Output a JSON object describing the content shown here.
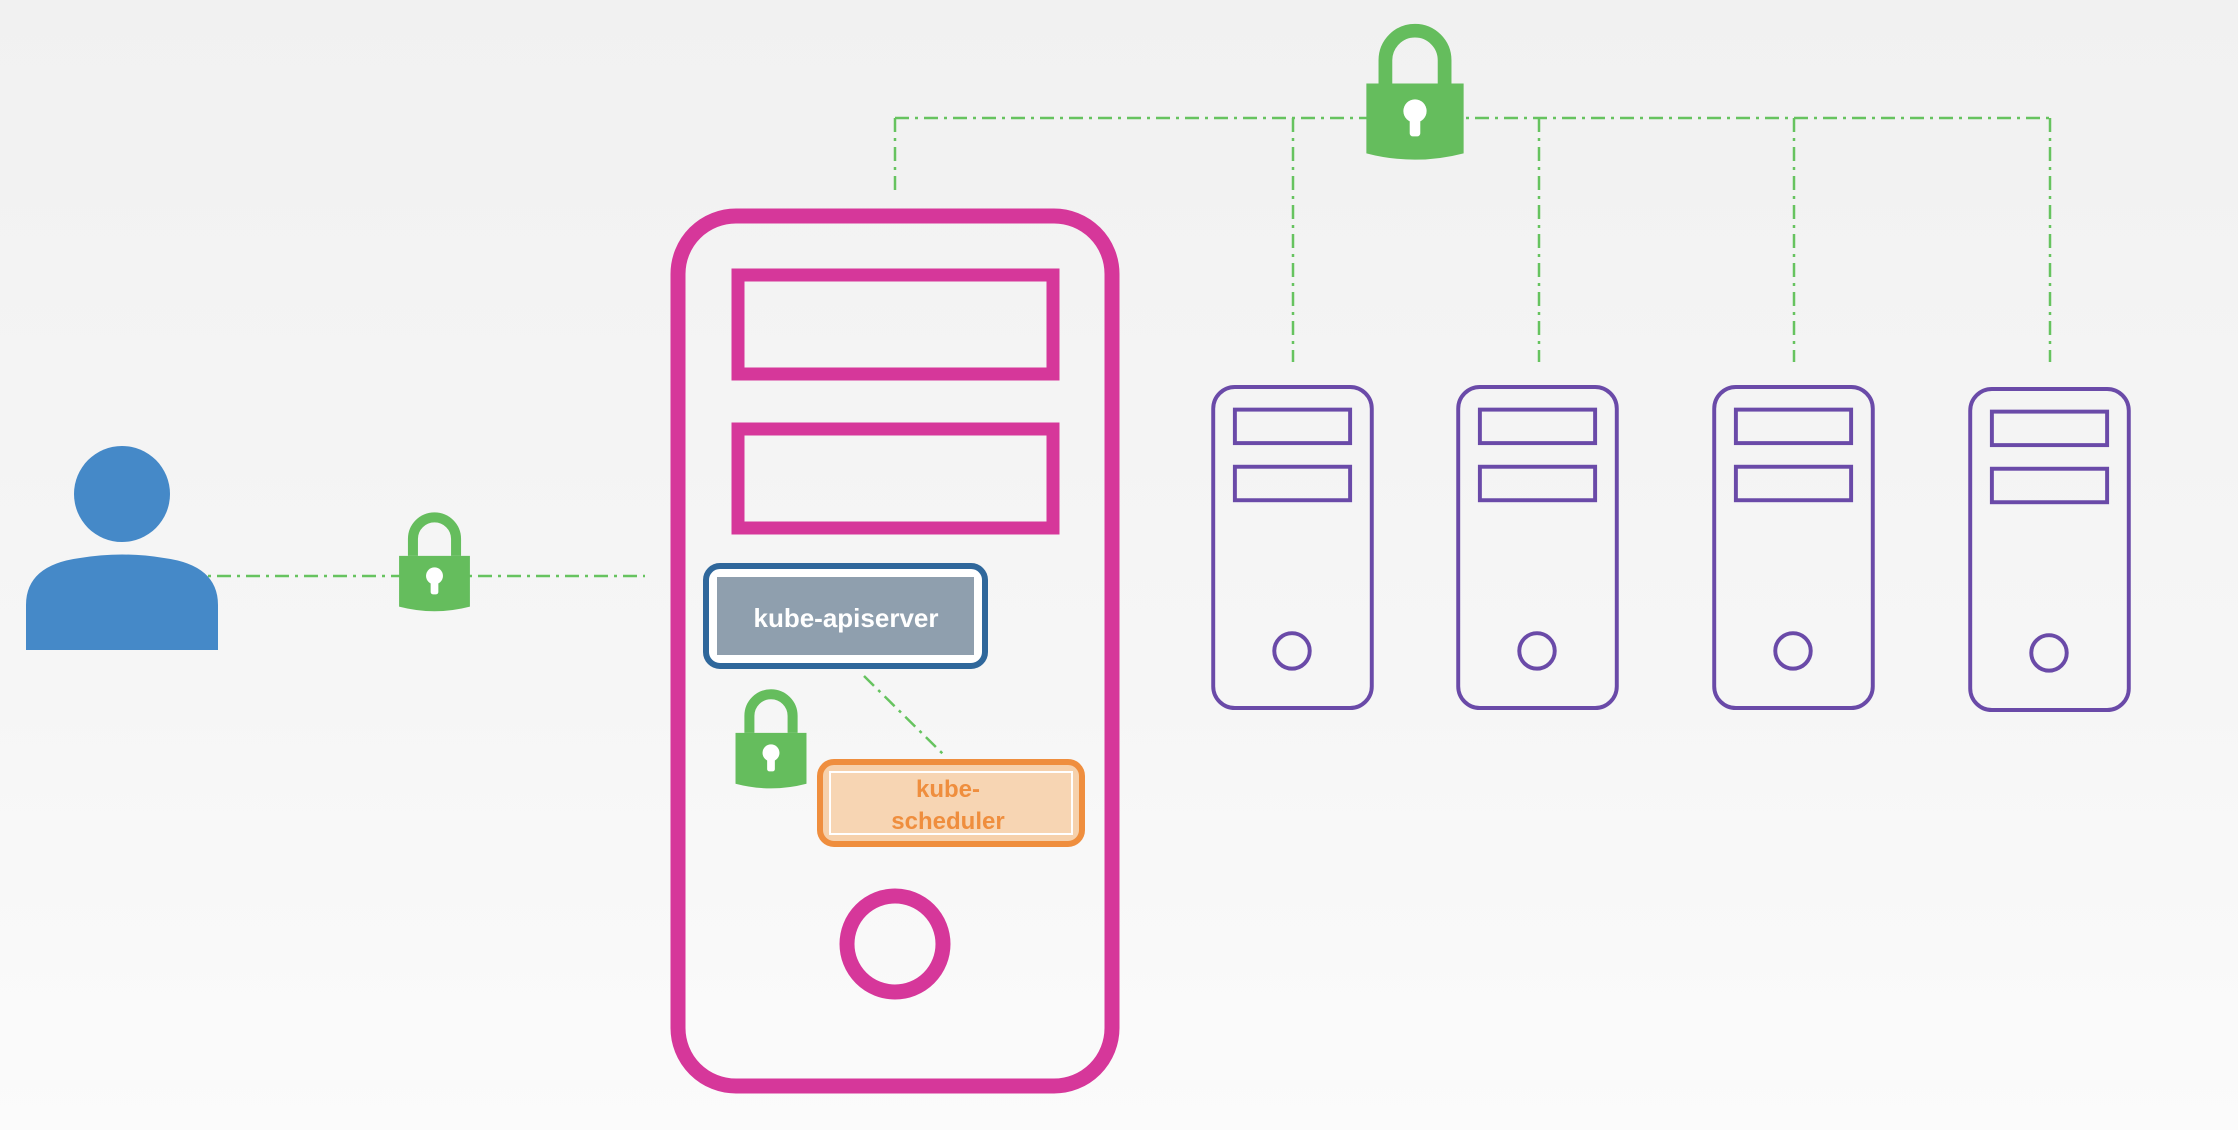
{
  "colors": {
    "background": "#f3f3f3",
    "master_node": "#d6379a",
    "worker_node": "#6a4aa8",
    "user": "#4589c8",
    "lock": "#65bd5d",
    "connector": "#66c35f",
    "apiserver_fill": "#8f9fae",
    "apiserver_border": "#2f679b",
    "apiserver_text": "#ffffff",
    "scheduler_fill": "#f6d1ac",
    "scheduler_border": "#ef8e3e",
    "scheduler_text": "#ef8e3e"
  },
  "icons": {
    "user": "user-icon",
    "lock": "padlock-icon",
    "server": "server-icon"
  },
  "components": {
    "apiserver_label": "kube-apiserver",
    "scheduler_line1": "kube-",
    "scheduler_line2": "scheduler"
  },
  "worker_nodes_count": 4
}
